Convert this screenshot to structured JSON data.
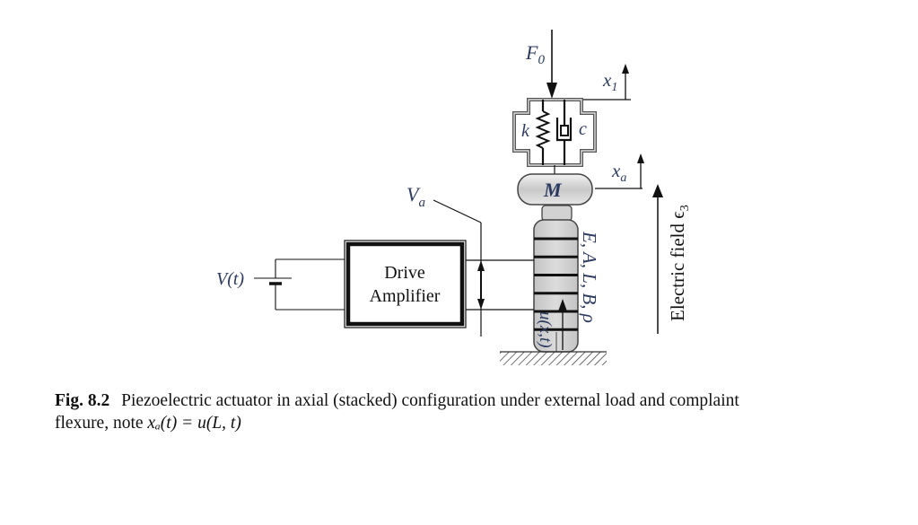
{
  "diagram": {
    "labels": {
      "force": "F",
      "force_sub": "0",
      "x1": "x",
      "x1_sub": "1",
      "xa": "x",
      "xa_sub": "a",
      "spring": "k",
      "damper": "c",
      "mass": "M",
      "va": "V",
      "va_sub": "a",
      "source": "V(t)",
      "amplifier_line1": "Drive",
      "amplifier_line2": "Amplifier",
      "stack_params": "E, A, L, B, ρ",
      "displacement": "u(x,t)",
      "field": "Electric field ϵ",
      "field_sub": "3"
    },
    "stack_layers": 7
  },
  "caption": {
    "figure_number": "Fig. 8.2",
    "text_line1": "Piezoelectric actuator in axial (stacked) configuration under external load and complaint",
    "text_line2_prefix": "flexure, note ",
    "equation": "xₐ(t) = u(L, t)"
  }
}
